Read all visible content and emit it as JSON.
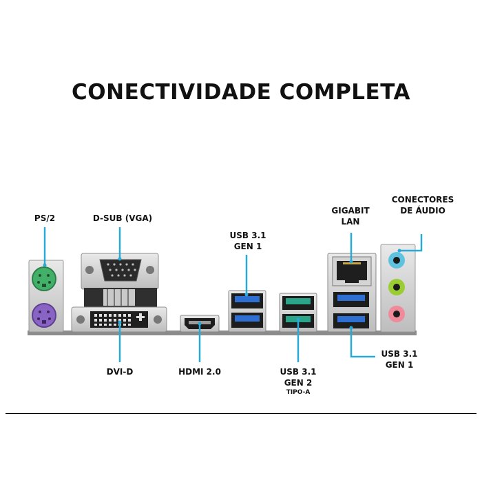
{
  "title": "CONECTIVIDADE COMPLETA",
  "labels": {
    "ps2": "PS/2",
    "dsub": "D-SUB (VGA)",
    "usb31_gen1_top_l1": "USB 3.1",
    "usb31_gen1_top_l2": "GEN 1",
    "gigabit_l1": "GIGABIT",
    "gigabit_l2": "LAN",
    "audio_l1": "CONECTORES",
    "audio_l2": "DE ÁUDIO",
    "dvid": "DVI-D",
    "hdmi": "HDMI 2.0",
    "usb31_gen2_l1": "USB 3.1",
    "usb31_gen2_l2": "GEN 2",
    "usb31_gen2_l3": "TIPO-A",
    "usb31_gen1_bottom_l1": "USB 3.1",
    "usb31_gen1_bottom_l2": "GEN 1"
  },
  "colors": {
    "callout": "#29a9d6",
    "usb3_blue": "#2f6fd1",
    "usb_gen2_teal": "#2aa58a",
    "ps2_green": "#43b06a",
    "ps2_purple": "#8a64c4",
    "audio_blue": "#5fc3e0",
    "audio_green": "#9acd32",
    "audio_pink": "#f08a9a"
  }
}
